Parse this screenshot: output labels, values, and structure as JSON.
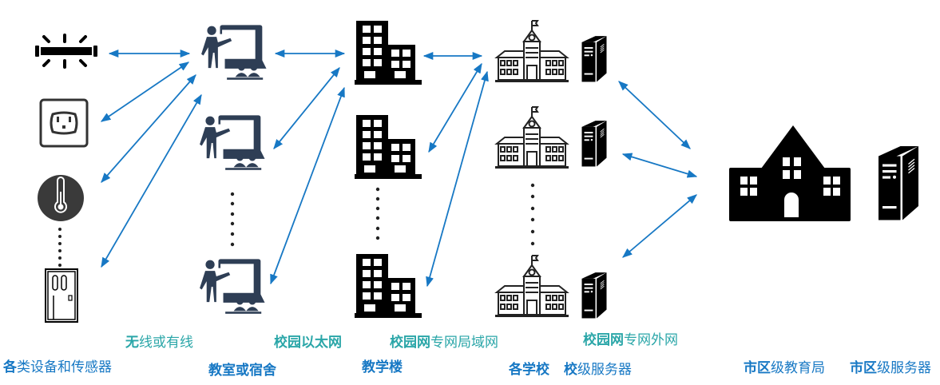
{
  "colors": {
    "arrow": "#1778c4",
    "network_label": "#2aa6a8",
    "node_label": "#1778c4",
    "classroom_icon": "#2e3e55",
    "icon_dark": "#000000",
    "icon_gray": "#3a3a3a"
  },
  "columns": {
    "devices": {
      "label_bold": "各",
      "label_rest": "类设备和传感器",
      "icons": [
        "light-bar-icon",
        "power-outlet-icon",
        "thermometer-icon",
        "door-icon"
      ]
    },
    "classrooms": {
      "label_bold": "教室或宿舍",
      "icons": [
        "classroom-icon",
        "classroom-icon",
        "classroom-icon"
      ]
    },
    "buildings": {
      "label_bold": "教学楼",
      "icons": [
        "building-icon",
        "building-icon",
        "building-icon"
      ]
    },
    "schools": {
      "label_bold": "各学校",
      "icons": [
        "school-icon",
        "school-icon",
        "school-icon"
      ]
    },
    "school_servers": {
      "label_bold": "校",
      "label_rest": "级服务器",
      "icons": [
        "server-icon",
        "server-icon",
        "server-icon"
      ]
    },
    "bureau": {
      "label_bold": "市区",
      "label_rest": "级教育局",
      "icon": "education-bureau-icon"
    },
    "bureau_server": {
      "label_bold": "市区",
      "label_rest": "级服务器",
      "icon": "server-icon"
    }
  },
  "networks": [
    {
      "bold": "无",
      "rest": "线或有线"
    },
    {
      "bold": "校园以太网",
      "rest": ""
    },
    {
      "bold": "校园网",
      "rest": "专网局域网"
    },
    {
      "bold": "校园网",
      "rest": "专网外网"
    }
  ],
  "ellipsis": "⋮"
}
